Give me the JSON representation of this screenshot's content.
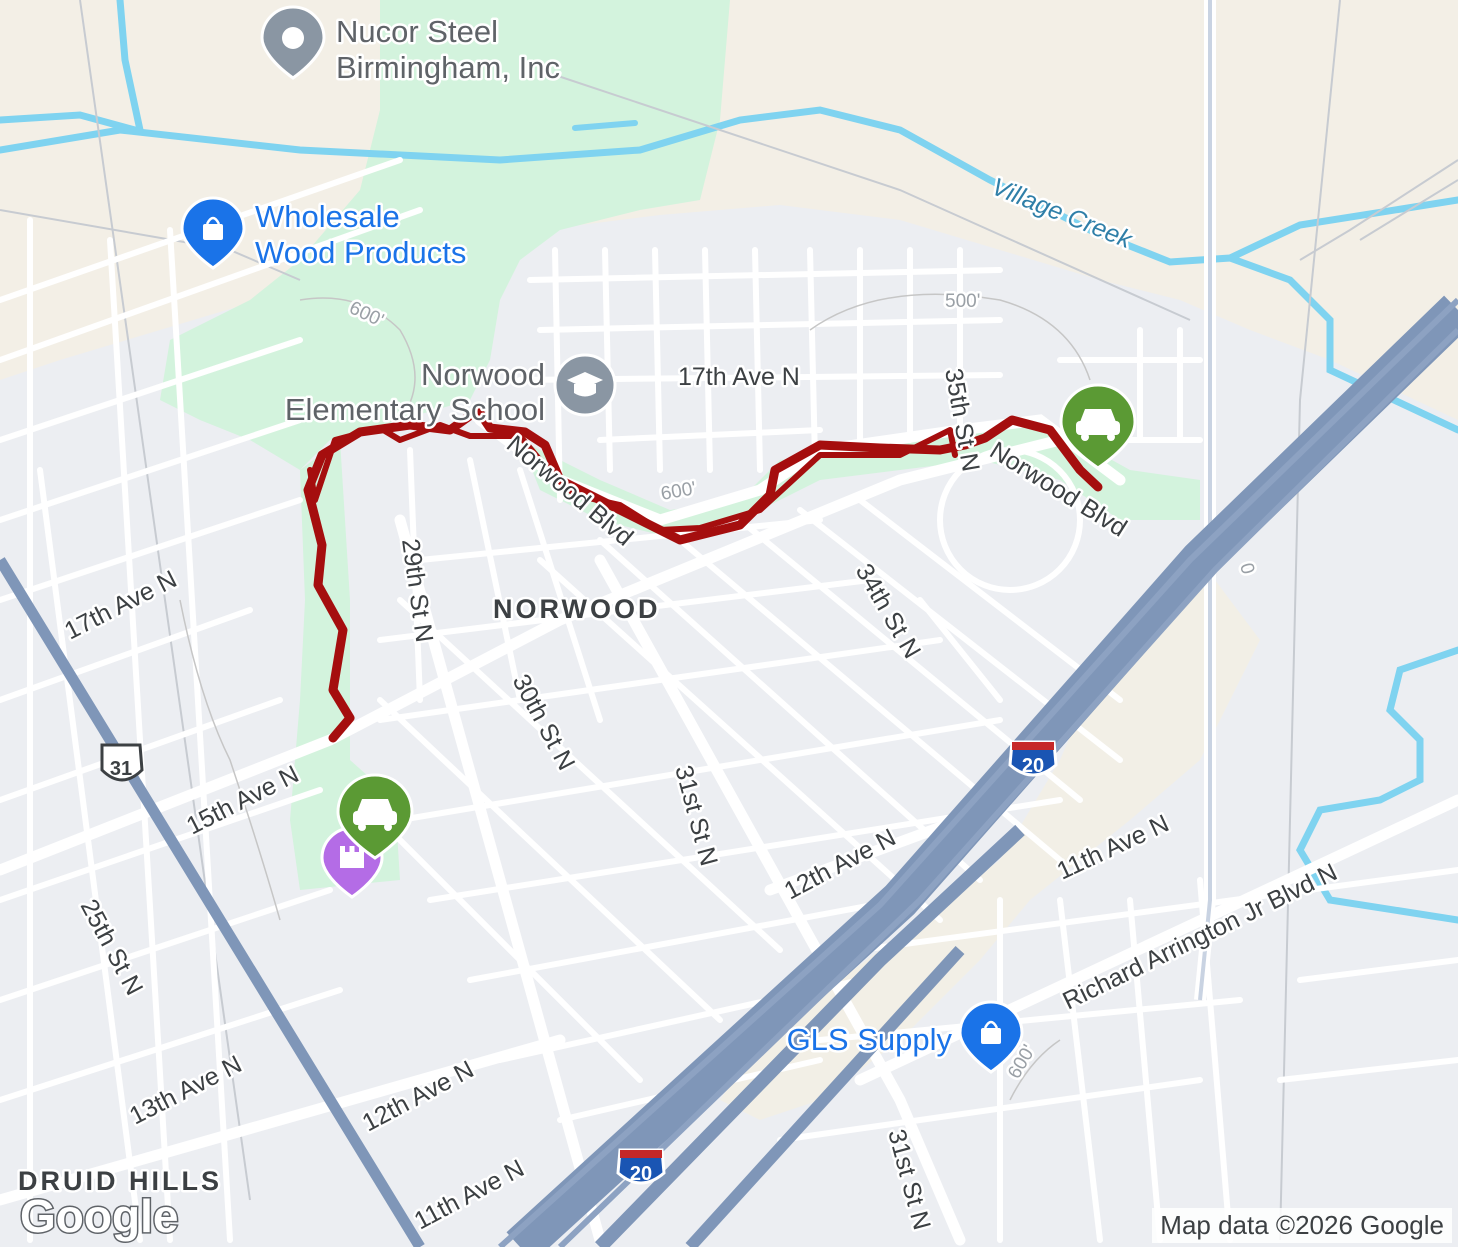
{
  "map": {
    "places": {
      "nucor": {
        "line1": "Nucor Steel",
        "line2": "Birmingham, Inc"
      },
      "wholesale": {
        "line1": "Wholesale",
        "line2": "Wood Products"
      },
      "norwood_school": {
        "line1": "Norwood",
        "line2": "Elementary School"
      },
      "gls": {
        "label": "GLS Supply"
      }
    },
    "neighborhoods": {
      "norwood": "NORWOOD",
      "druid_hills": "DRUID HILLS"
    },
    "water": {
      "village_creek": "Village Creek"
    },
    "streets": {
      "ave17_a": "17th Ave N",
      "ave17_b": "17th Ave N",
      "norwood_blvd_a": "Norwood Blvd",
      "norwood_blvd_b": "Norwood Blvd",
      "st35": "35th St N",
      "st34": "34th St N",
      "st29": "29th St N",
      "st30": "30th St N",
      "st31_a": "31st St N",
      "st31_b": "31st St N",
      "ave15": "15th Ave N",
      "ave12_a": "12th Ave N",
      "ave12_b": "12th Ave N",
      "ave11_a": "11th Ave N",
      "ave11_b": "11th Ave N",
      "ave13": "13th Ave N",
      "st25": "25th St N",
      "arrington": "Richard Arrington Jr Blvd N"
    },
    "contours": {
      "c1": "600'",
      "c2": "500'",
      "c3": "600'",
      "c4": "600'",
      "c5": "0"
    },
    "shields": {
      "us31": "31",
      "i20_a": "20",
      "i20_b": "20"
    },
    "markers": {
      "start": {
        "icon": "car-icon",
        "color": "#5b9a34"
      },
      "end": {
        "icon": "car-icon",
        "color": "#5b9a34"
      },
      "poi": {
        "icon": "castle-icon",
        "color": "#b46ce6"
      }
    },
    "route_color": "#a50e0e",
    "google_logo": "Google",
    "attribution": "Map data ©2026 Google"
  }
}
